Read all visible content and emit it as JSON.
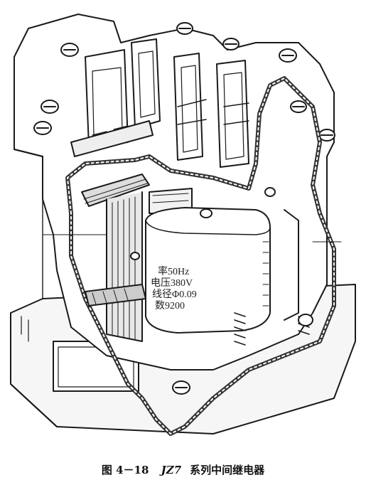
{
  "coil_label": {
    "line1": "率50Hz",
    "line2": "电压380V",
    "line3": "线径Φ0.09",
    "line4": "数9200"
  },
  "caption": {
    "figure_number": "图 4－18",
    "model": "JZ7",
    "title": "系列中间继电器"
  }
}
